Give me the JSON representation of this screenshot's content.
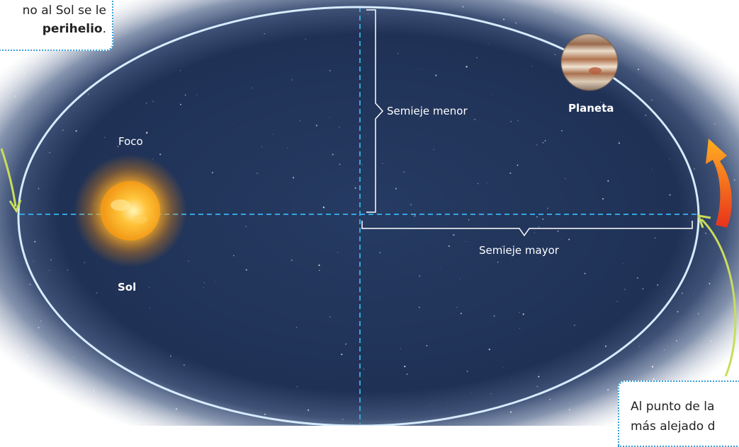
{
  "labels": {
    "semieje_menor": "Semieje menor",
    "semieje_mayor": "Semieje mayor",
    "planeta": "Planeta",
    "foco": "Foco",
    "sol": "Sol"
  },
  "callout_top_left": {
    "line1": "no al Sol se le",
    "line2_bold": "perihelio",
    "line2_end": "."
  },
  "callout_bottom_right": {
    "line1": "Al punto de la",
    "line2": "más alejado d"
  },
  "colors": {
    "space": "#1e2f52",
    "orbit": "#d6ecff",
    "axes": "#35a6e0",
    "callout_border": "#3a9fd8",
    "pointer_arrow": "#c9dd5b",
    "direction_arrow_start": "#ffb020",
    "direction_arrow_end": "#e8321c"
  },
  "icons": [
    "sun-icon",
    "jupiter-icon",
    "direction-arrow-icon",
    "pointer-arrow-icon"
  ]
}
